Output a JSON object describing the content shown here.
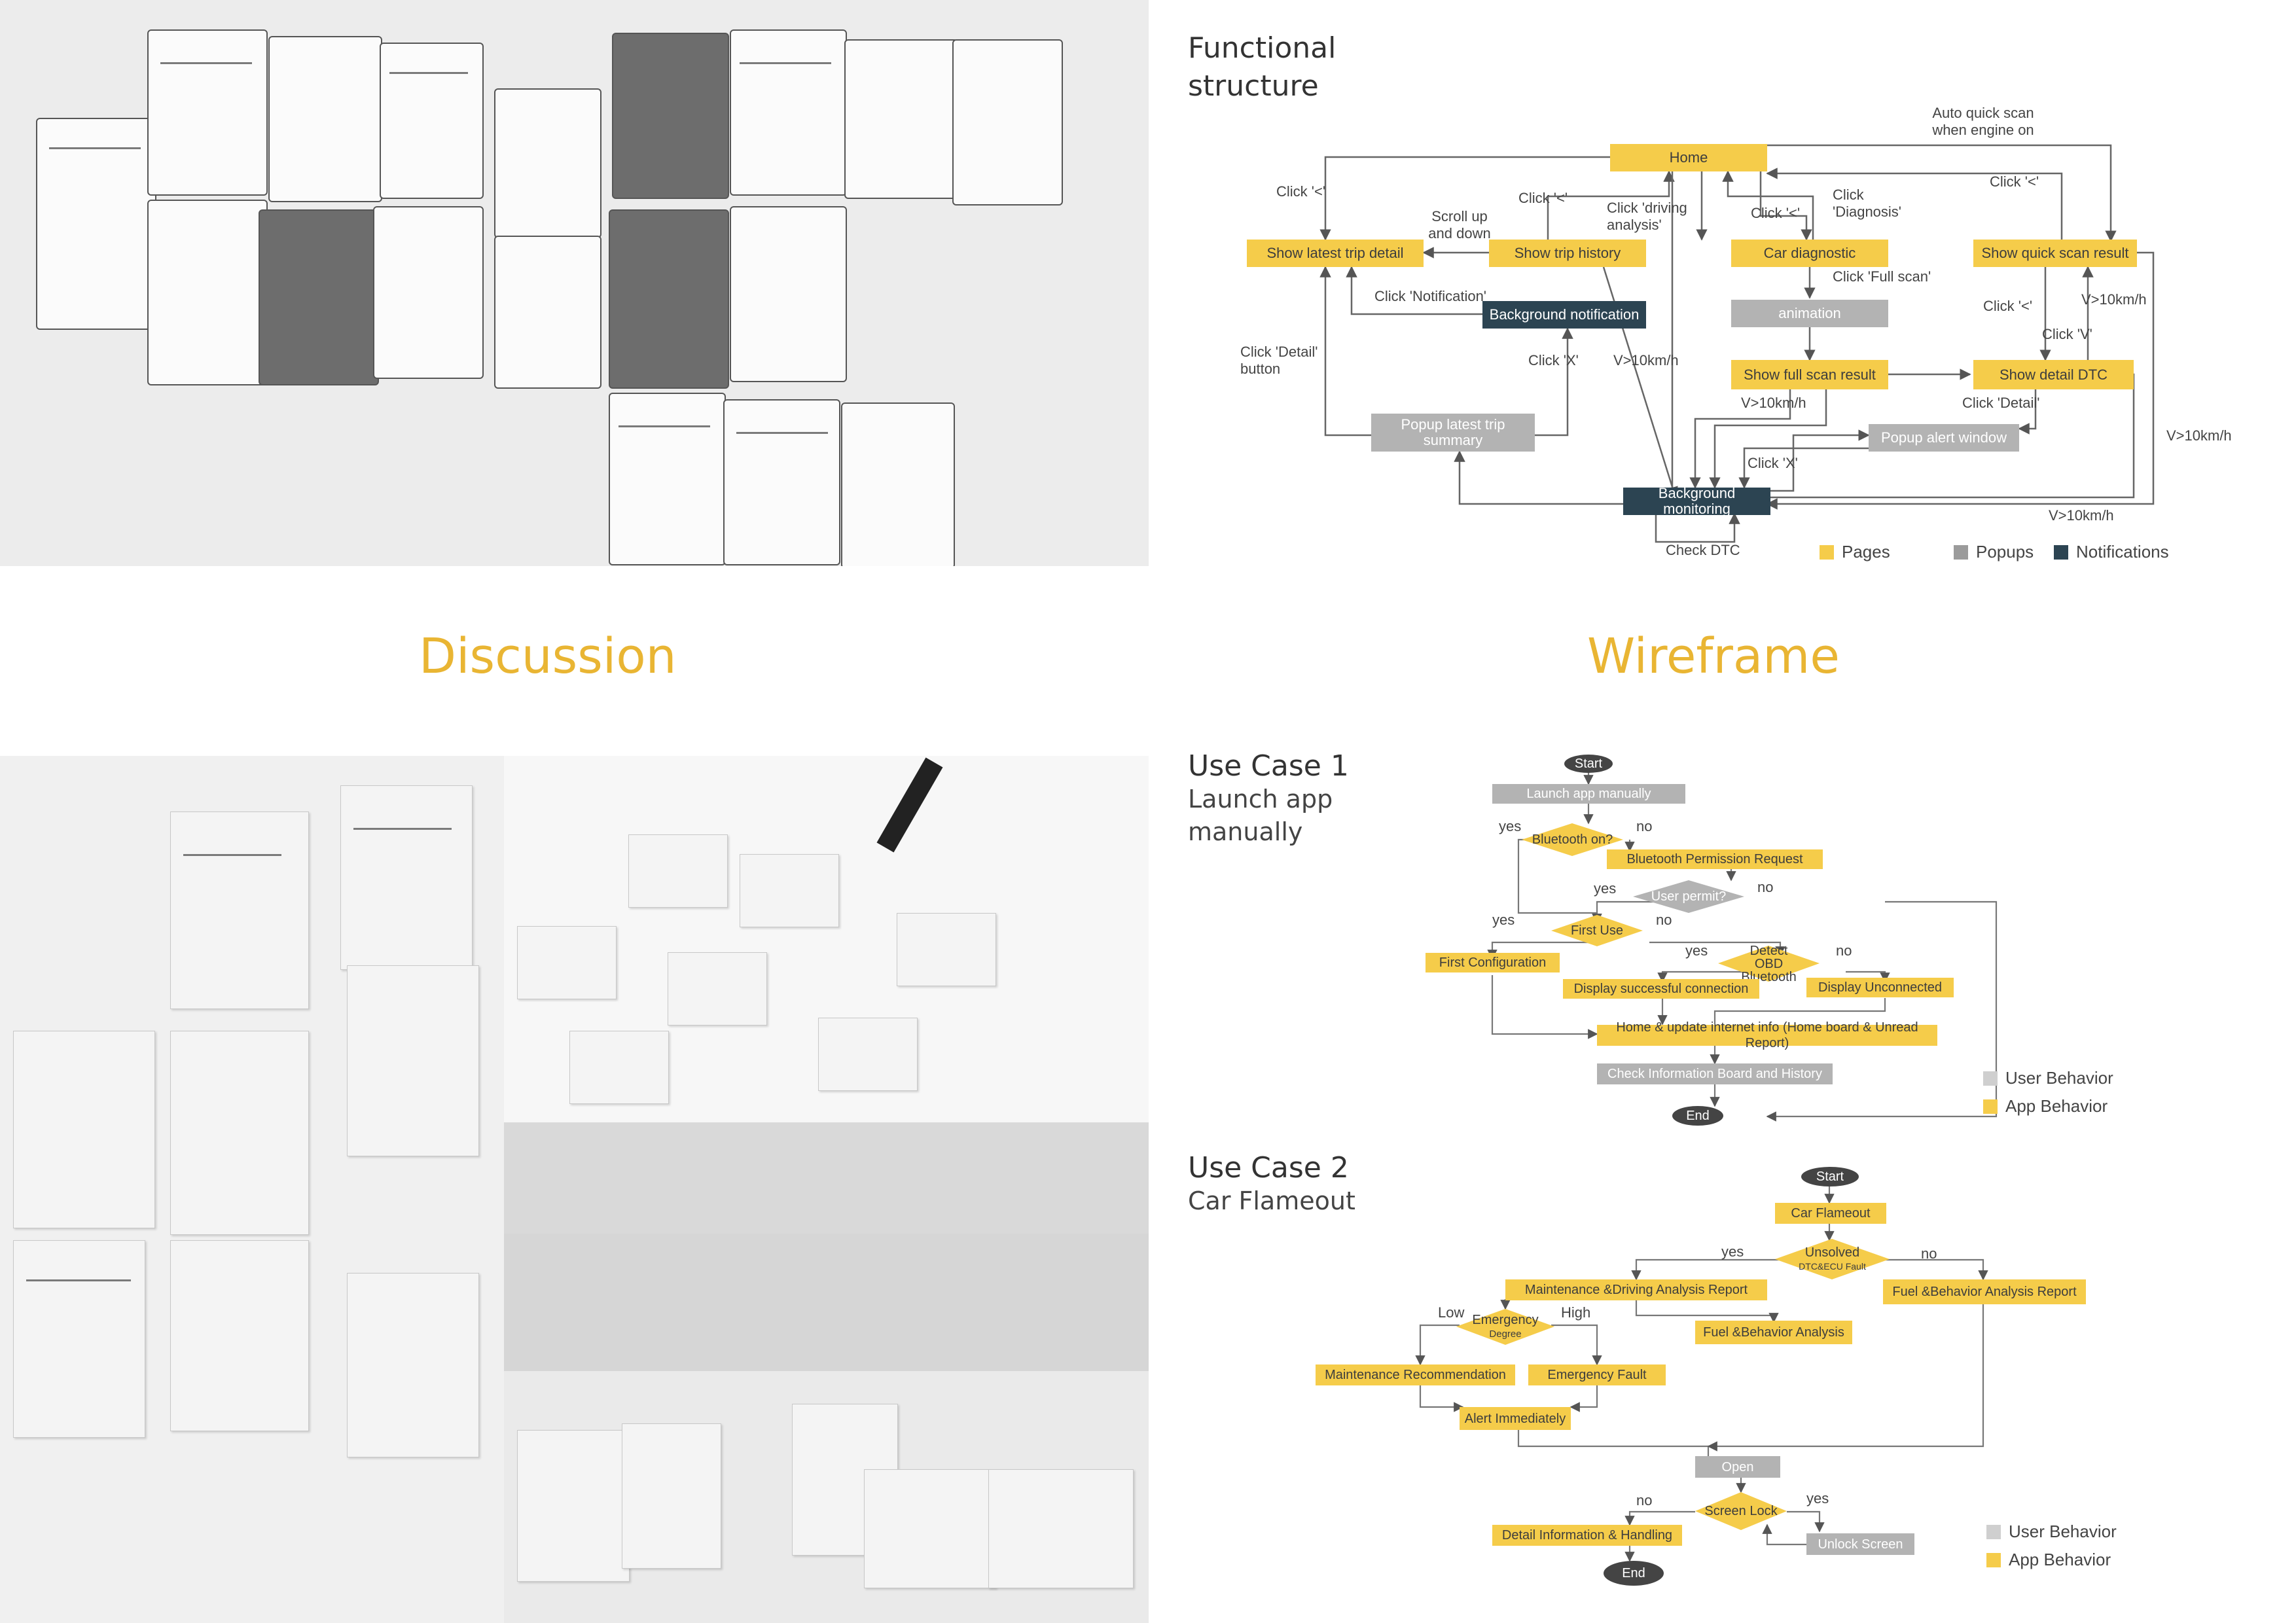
{
  "headings": {
    "functional_structure": "Functional structure",
    "discussion": "Discussion",
    "wireframe": "Wireframe",
    "use_case_1_title": "Use Case 1",
    "use_case_1_sub": "Launch app manually",
    "use_case_2_title": "Use Case 2",
    "use_case_2_sub": "Car Flameout"
  },
  "colors": {
    "pages": "#F5CC4A",
    "popups": "#B3B3B3",
    "notifications": "#2C4452",
    "accent_heading": "#E9B533"
  },
  "functional": {
    "nodes": {
      "home": "Home",
      "latest_trip_detail": "Show latest trip detail",
      "trip_history": "Show trip history",
      "car_diagnostic": "Car  diagnostic",
      "quick_scan_result": "Show quick scan result",
      "background_notification": "Background notification",
      "animation": "animation",
      "full_scan_result": "Show full scan result",
      "detail_dtc": "Show detail DTC",
      "popup_latest_trip": "Popup latest trip summary",
      "popup_alert": "Popup alert window",
      "background_monitoring": "Background monitoring"
    },
    "labels": {
      "auto_quick_scan": "Auto quick scan when engine on",
      "click_back_1": "Click '<'",
      "click_back_2": "Click '<'",
      "click_back_3": "Click '<'",
      "click_back_4": "Click '<'",
      "click_back_5": "Click '<'",
      "scroll": "Scroll up and down",
      "click_driving_analysis": "Click 'driving analysis'",
      "click_diagnosis": "Click 'Diagnosis'",
      "click_full_scan": "Click 'Full scan'",
      "click_notification": "Click 'Notification'",
      "click_detail_button": "Click 'Detail' button",
      "click_x_1": "Click 'X'",
      "click_x_2": "Click 'X'",
      "click_v": "Click 'V'",
      "click_detail": "Click 'Detail'",
      "speed_1": "V>10km/h",
      "speed_2": "V>10km/h",
      "speed_3": "V>10km/h",
      "speed_4": "V>10km/h",
      "speed_5": "V>10km/h",
      "check_dtc": "Check DTC"
    },
    "legend": {
      "pages": "Pages",
      "popups": "Popups",
      "notifications": "Notifications"
    }
  },
  "use_case_1": {
    "start": "Start",
    "launch": "Launch app  manually",
    "bt_on": "Bluetooth on?",
    "bt_request": "Bluetooth Permission Request",
    "user_permit": "User permit?",
    "first_use": "First Use",
    "first_config": "First Configuration",
    "detect_obd": "Detect OBD Bluetooth",
    "display_success": "Display successful connection",
    "display_unconnected": "Display Unconnected",
    "home_update": "Home & update internet info  (Home board & Unread Report)",
    "check_info": "Check Information  Board and History",
    "end": "End",
    "yes1": "yes",
    "no1": "no",
    "yes2": "yes",
    "no2": "no",
    "yes3": "yes",
    "no3": "no",
    "yes4": "yes",
    "no4": "no"
  },
  "use_case_2": {
    "start": "Start",
    "car_flameout": "Car  Flameout",
    "unsolved": "Unsolved",
    "unsolved_sub": "DTC&ECU Fault",
    "maintenance_report": "Maintenance &Driving Analysis Report",
    "fuel_report": "Fuel &Behavior Analysis Report",
    "emergency": "Emergency",
    "emergency_sub": "Degree",
    "fuel_analysis": "Fuel &Behavior Analysis",
    "maintenance_rec": "Maintenance Recommendation",
    "emergency_fault": "Emergency Fault",
    "alert": "Alert Immediately",
    "open": "Open",
    "screen_lock": "Screen Lock",
    "detail_info": "Detail Information & Handling",
    "unlock": "Unlock Screen",
    "end": "End",
    "yes1": "yes",
    "no1": "no",
    "low": "Low",
    "high": "High",
    "no2": "no",
    "yes2": "yes"
  },
  "legend_behavior": {
    "user": "User Behavior",
    "app": "App Behavior"
  }
}
